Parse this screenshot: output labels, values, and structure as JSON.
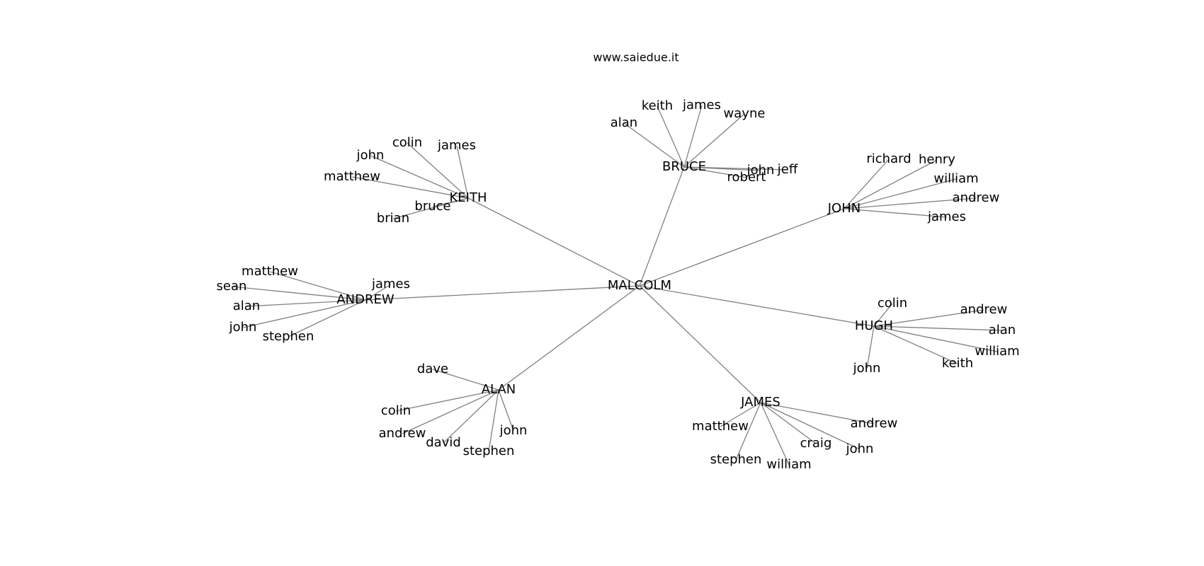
{
  "title": "www.saiedue.it",
  "colors": {
    "edge": "#808080",
    "text": "#000000",
    "background": "#ffffff"
  },
  "root": "MALCOLM",
  "groups": [
    {
      "name": "KEITH",
      "children": [
        "colin",
        "james",
        "john",
        "matthew",
        "bruce",
        "brian"
      ]
    },
    {
      "name": "BRUCE",
      "children": [
        "alan",
        "keith",
        "james",
        "wayne",
        "john",
        "jeff",
        "robert"
      ]
    },
    {
      "name": "JOHN",
      "children": [
        "richard",
        "henry",
        "william",
        "andrew",
        "james"
      ]
    },
    {
      "name": "ANDREW",
      "children": [
        "matthew",
        "james",
        "sean",
        "alan",
        "john",
        "stephen"
      ]
    },
    {
      "name": "HUGH",
      "children": [
        "colin",
        "andrew",
        "alan",
        "william",
        "keith",
        "john"
      ]
    },
    {
      "name": "ALAN",
      "children": [
        "dave",
        "colin",
        "andrew",
        "david",
        "stephen",
        "john"
      ]
    },
    {
      "name": "JAMES",
      "children": [
        "matthew",
        "andrew",
        "craig",
        "john",
        "stephen",
        "william"
      ]
    }
  ]
}
